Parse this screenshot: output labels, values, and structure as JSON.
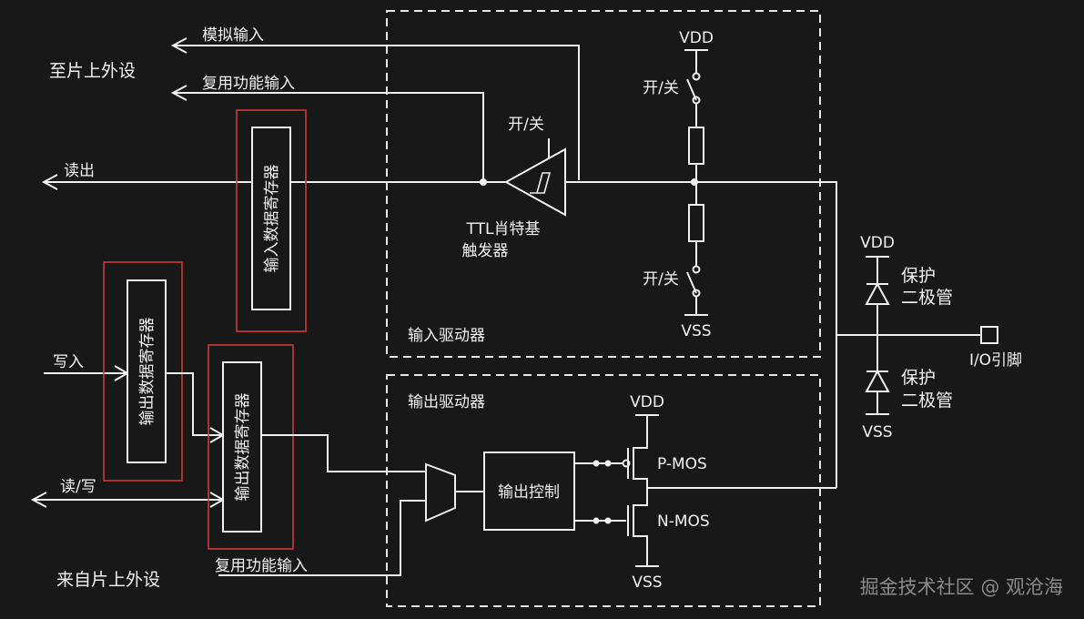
{
  "labels": {
    "to_peripheral": "至片上外设",
    "analog_input": "模拟输入",
    "alt_func_input_top": "复用功能输入",
    "read_out": "读出",
    "input_data_register": "输入数据寄存器",
    "write_in": "写入",
    "output_data_register_1": "输出数据寄存器",
    "output_data_register_2": "输出数据寄存器",
    "read_write": "读/写",
    "from_peripheral": "来自片上外设",
    "alt_func_input_bottom": "复用功能输入",
    "on_off_schmitt": "开/关",
    "ttl_schmitt_line1": "TTL肖特基",
    "ttl_schmitt_line2": "触发器",
    "vdd_top": "VDD",
    "on_off_top": "开/关",
    "on_off_bottom": "开/关",
    "vss_top": "VSS",
    "input_driver": "输入驱动器",
    "output_driver": "输出驱动器",
    "output_control": "输出控制",
    "vdd_mos": "VDD",
    "pmos": "P-MOS",
    "nmos": "N-MOS",
    "vss_mos": "VSS",
    "vdd_diode": "VDD",
    "protect_diode_top_1": "保护",
    "protect_diode_top_2": "二极管",
    "protect_diode_bottom_1": "保护",
    "protect_diode_bottom_2": "二极管",
    "vss_diode": "VSS",
    "io_pin": "I/O引脚"
  },
  "watermark": "掘金技术社区 @ 观沧海",
  "colors": {
    "background": "#181818",
    "wire": "#f0f0f0",
    "highlight": "#d83a3a"
  }
}
